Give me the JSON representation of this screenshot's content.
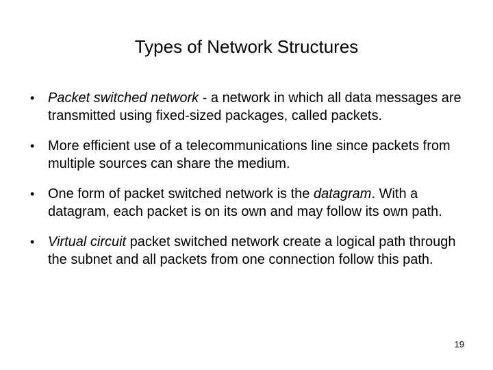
{
  "slide": {
    "title": "Types of Network Structures",
    "bullet_symbol": "•",
    "bullets": [
      {
        "term": "Packet switched network",
        "text": " - a network in which all data messages are transmitted using fixed-sized packages, called packets."
      },
      {
        "text": "More efficient use of a telecommunications line since packets from multiple sources can share the medium."
      },
      {
        "text_before": "One form of packet switched network is the ",
        "term": "datagram",
        "text_after": ". With a datagram, each packet is on its own and may follow its own path."
      },
      {
        "term": "Virtual circuit",
        "text": " packet switched network create a logical path through the subnet and all packets from one connection follow this path."
      }
    ],
    "page_number": "19"
  }
}
